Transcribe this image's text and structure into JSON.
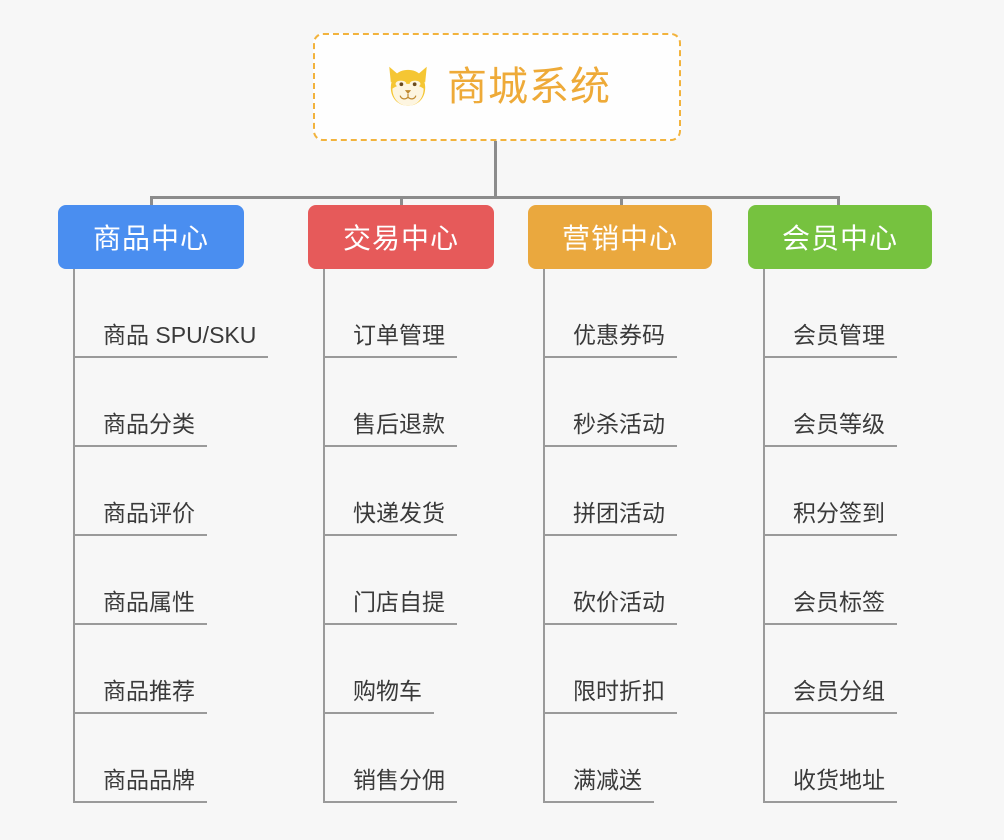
{
  "page": {
    "background_color": "#f7f7f7",
    "type": "mindmap"
  },
  "root": {
    "title": "商城系统",
    "icon": "shiba-dog-face-icon",
    "text_color": "#eeaa38",
    "border_color": "#f2b33d",
    "border_style": "dashed",
    "background_color": "#fefefe"
  },
  "branches": [
    {
      "label": "商品中心",
      "color": "#4a8ef0",
      "leaves": [
        {
          "label": "商品 SPU/SKU"
        },
        {
          "label": "商品分类"
        },
        {
          "label": "商品评价"
        },
        {
          "label": "商品属性"
        },
        {
          "label": "商品推荐"
        },
        {
          "label": "商品品牌"
        }
      ]
    },
    {
      "label": "交易中心",
      "color": "#e65a5a",
      "leaves": [
        {
          "label": "订单管理"
        },
        {
          "label": "售后退款"
        },
        {
          "label": "快递发货"
        },
        {
          "label": "门店自提"
        },
        {
          "label": "购物车"
        },
        {
          "label": "销售分佣"
        }
      ]
    },
    {
      "label": "营销中心",
      "color": "#eaa83e",
      "leaves": [
        {
          "label": "优惠券码"
        },
        {
          "label": "秒杀活动"
        },
        {
          "label": "拼团活动"
        },
        {
          "label": "砍价活动"
        },
        {
          "label": "限时折扣"
        },
        {
          "label": "满减送"
        }
      ]
    },
    {
      "label": "会员中心",
      "color": "#76c23f",
      "leaves": [
        {
          "label": "会员管理"
        },
        {
          "label": "会员等级"
        },
        {
          "label": "积分签到"
        },
        {
          "label": "会员标签"
        },
        {
          "label": "会员分组"
        },
        {
          "label": "收货地址"
        }
      ]
    }
  ],
  "connector": {
    "color": "#8c8c8c",
    "spine_color": "#9a9a9a"
  }
}
